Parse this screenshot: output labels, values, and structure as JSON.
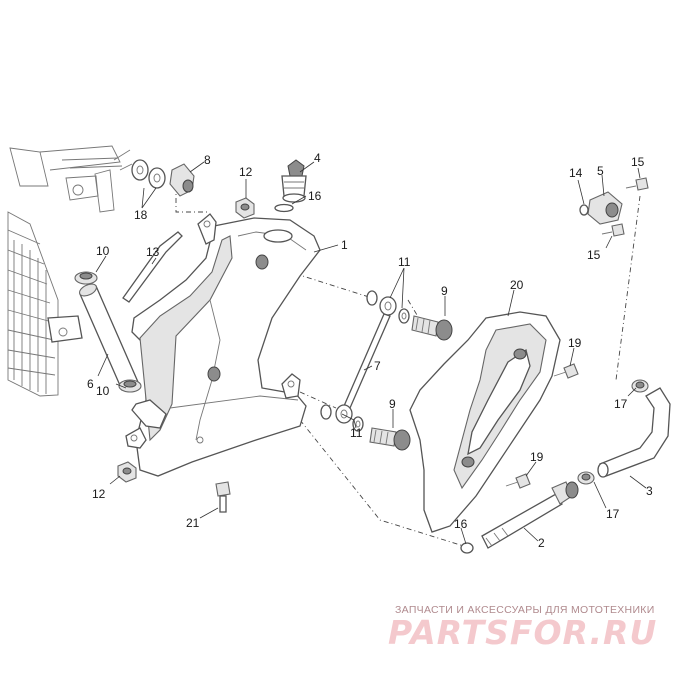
{
  "callouts": [
    {
      "id": "c1",
      "text": "1"
    },
    {
      "id": "c2",
      "text": "2"
    },
    {
      "id": "c3",
      "text": "3"
    },
    {
      "id": "c4",
      "text": "4"
    },
    {
      "id": "c5",
      "text": "5"
    },
    {
      "id": "c6",
      "text": "6"
    },
    {
      "id": "c7",
      "text": "7"
    },
    {
      "id": "c8",
      "text": "8"
    },
    {
      "id": "c9a",
      "text": "9"
    },
    {
      "id": "c9b",
      "text": "9"
    },
    {
      "id": "c10a",
      "text": "10"
    },
    {
      "id": "c10b",
      "text": "10"
    },
    {
      "id": "c11a",
      "text": "11"
    },
    {
      "id": "c11b",
      "text": "11"
    },
    {
      "id": "c12a",
      "text": "12"
    },
    {
      "id": "c12b",
      "text": "12"
    },
    {
      "id": "c13",
      "text": "13"
    },
    {
      "id": "c14",
      "text": "14"
    },
    {
      "id": "c15a",
      "text": "15"
    },
    {
      "id": "c15b",
      "text": "15"
    },
    {
      "id": "c16a",
      "text": "16"
    },
    {
      "id": "c16b",
      "text": "16"
    },
    {
      "id": "c17a",
      "text": "17"
    },
    {
      "id": "c17b",
      "text": "17"
    },
    {
      "id": "c18",
      "text": "18"
    },
    {
      "id": "c19a",
      "text": "19"
    },
    {
      "id": "c19b",
      "text": "19"
    },
    {
      "id": "c20",
      "text": "20"
    },
    {
      "id": "c21",
      "text": "21"
    }
  ],
  "watermark": {
    "caption": "ЗАПЧАСТИ И АКСЕССУАРЫ ДЛЯ МОТОТЕХНИКИ",
    "logo": "PARTSFOR.RU",
    "color": "#f4c9cd"
  }
}
